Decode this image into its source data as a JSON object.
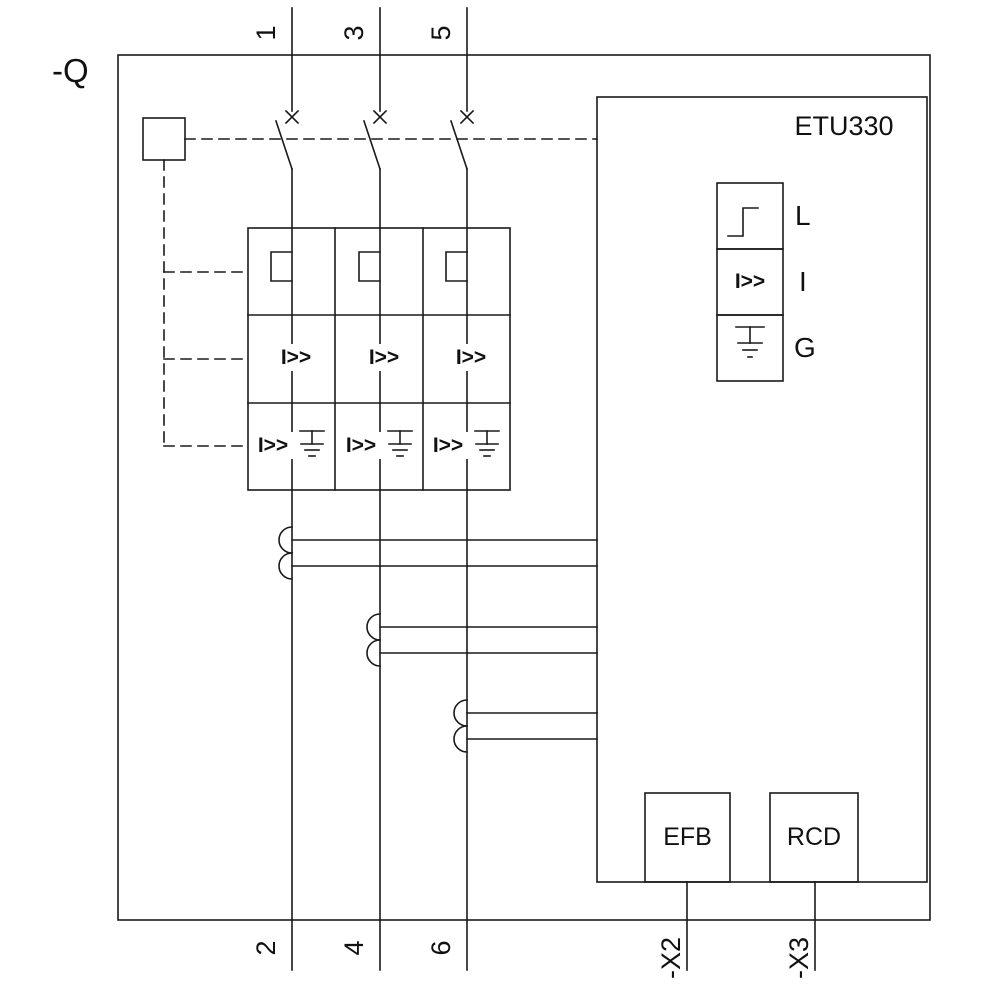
{
  "diagram": {
    "breaker_label": "-Q",
    "trip_unit_label": "ETU330",
    "top_terminals": [
      "1",
      "3",
      "5"
    ],
    "bottom_terminals": [
      "2",
      "4",
      "6"
    ],
    "protection_functions": [
      "L",
      "I",
      "G"
    ],
    "overcurrent_symbol": "I>>",
    "modules": [
      "EFB",
      "RCD"
    ],
    "aux_connectors": [
      "-X2",
      "-X3"
    ],
    "colors": {
      "line": "#1a1a1a",
      "background": "#ffffff"
    }
  }
}
